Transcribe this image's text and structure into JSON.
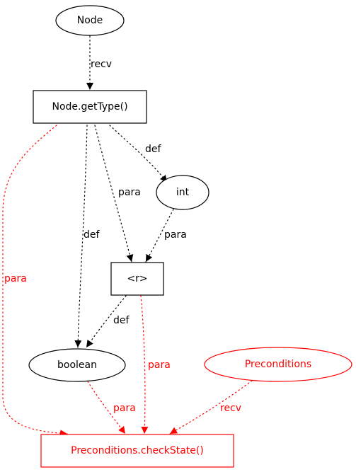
{
  "colors": {
    "default": "#000000",
    "highlight": "#ff0000",
    "background": "#ffffff"
  },
  "nodes": [
    {
      "id": "node",
      "label": "Node",
      "shape": "ellipse",
      "highlight": false
    },
    {
      "id": "gettype",
      "label": "Node.getType()",
      "shape": "box",
      "highlight": false
    },
    {
      "id": "int",
      "label": "int",
      "shape": "ellipse",
      "highlight": false
    },
    {
      "id": "r",
      "label": "<r>",
      "shape": "box",
      "highlight": false
    },
    {
      "id": "boolean",
      "label": "boolean",
      "shape": "ellipse",
      "highlight": false
    },
    {
      "id": "preconditions",
      "label": "Preconditions",
      "shape": "ellipse",
      "highlight": true
    },
    {
      "id": "checkstate",
      "label": "Preconditions.checkState()",
      "shape": "box",
      "highlight": true
    }
  ],
  "edges": [
    {
      "id": "e-node-gettype",
      "from": "node",
      "to": "gettype",
      "label": "recv",
      "highlight": false
    },
    {
      "id": "e-gettype-int",
      "from": "gettype",
      "to": "int",
      "label": "def",
      "highlight": false
    },
    {
      "id": "e-gettype-r",
      "from": "gettype",
      "to": "r",
      "label": "para",
      "highlight": false
    },
    {
      "id": "e-gettype-boolean",
      "from": "gettype",
      "to": "boolean",
      "label": "def",
      "highlight": false
    },
    {
      "id": "e-gettype-checkstate",
      "from": "gettype",
      "to": "checkstate",
      "label": "para",
      "highlight": true
    },
    {
      "id": "e-int-r",
      "from": "int",
      "to": "r",
      "label": "para",
      "highlight": false
    },
    {
      "id": "e-r-boolean",
      "from": "r",
      "to": "boolean",
      "label": "def",
      "highlight": false
    },
    {
      "id": "e-r-checkstate",
      "from": "r",
      "to": "checkstate",
      "label": "para",
      "highlight": true
    },
    {
      "id": "e-boolean-checkstate",
      "from": "boolean",
      "to": "checkstate",
      "label": "para",
      "highlight": true
    },
    {
      "id": "e-preconditions-checkstate",
      "from": "preconditions",
      "to": "checkstate",
      "label": "recv",
      "highlight": true
    }
  ]
}
